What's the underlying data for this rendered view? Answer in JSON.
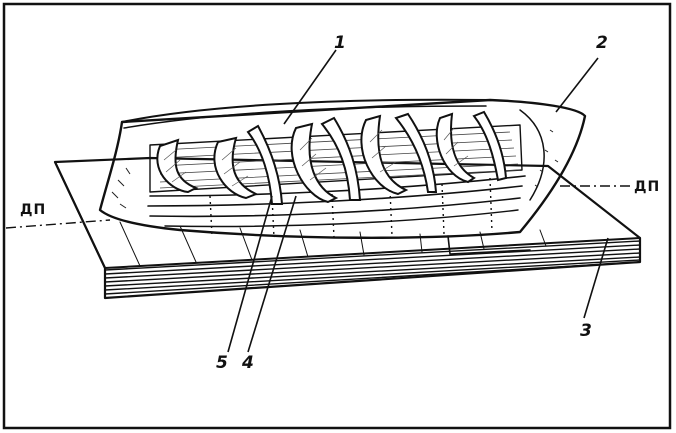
{
  "diagram": {
    "callouts": [
      {
        "id": "frame",
        "label": "1"
      },
      {
        "id": "stem",
        "label": "2"
      },
      {
        "id": "board",
        "label": "3"
      },
      {
        "id": "planking",
        "label": "4"
      },
      {
        "id": "keel",
        "label": "5"
      }
    ],
    "centerline": {
      "left_label": "ДП",
      "right_label": "ДП"
    }
  }
}
